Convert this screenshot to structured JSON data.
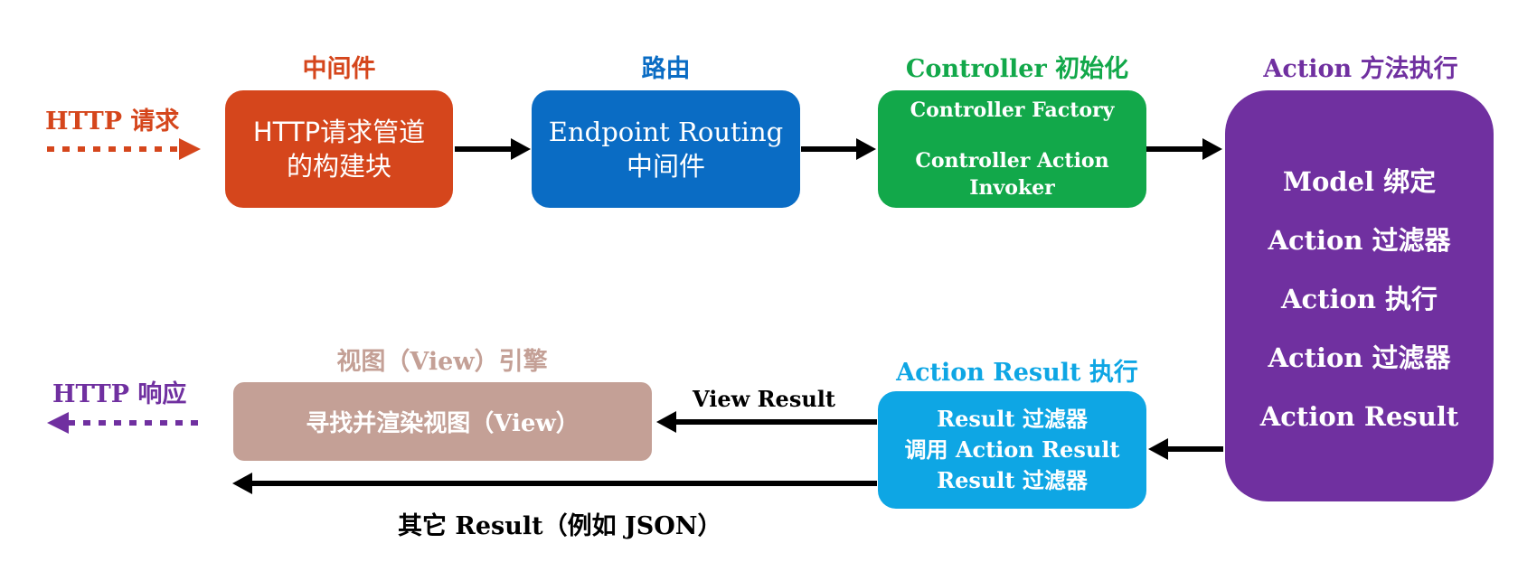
{
  "colors": {
    "orange": "#d5461c",
    "blue": "#0a6cc4",
    "green": "#12a84a",
    "purple": "#7030a0",
    "cyan": "#0ea6e4",
    "taupe": "#c4a096",
    "arrow": "#000000"
  },
  "http_request": {
    "label": "HTTP 请求"
  },
  "http_response": {
    "label": "HTTP 响应"
  },
  "middleware": {
    "title": "中间件",
    "line1": "HTTP请求管道",
    "line2": "的构建块"
  },
  "routing": {
    "title": "路由",
    "line1": "Endpoint Routing",
    "line2": "中间件"
  },
  "controller": {
    "title": "Controller 初始化",
    "line1": "Controller Factory",
    "line2": "Controller Action",
    "line3": "Invoker"
  },
  "action": {
    "title": "Action 方法执行",
    "items": [
      "Model 绑定",
      "Action 过滤器",
      "Action 执行",
      "Action 过滤器",
      "Action Result"
    ]
  },
  "action_result": {
    "title": "Action Result 执行",
    "line1": "Result 过滤器",
    "line2": "调用 Action Result",
    "line3": "Result 过滤器"
  },
  "view_engine": {
    "title": "视图（View）引擎",
    "body": "寻找并渲染视图（View）"
  },
  "edges": {
    "view_result": "View Result",
    "other_result": "其它 Result（例如 JSON）"
  }
}
